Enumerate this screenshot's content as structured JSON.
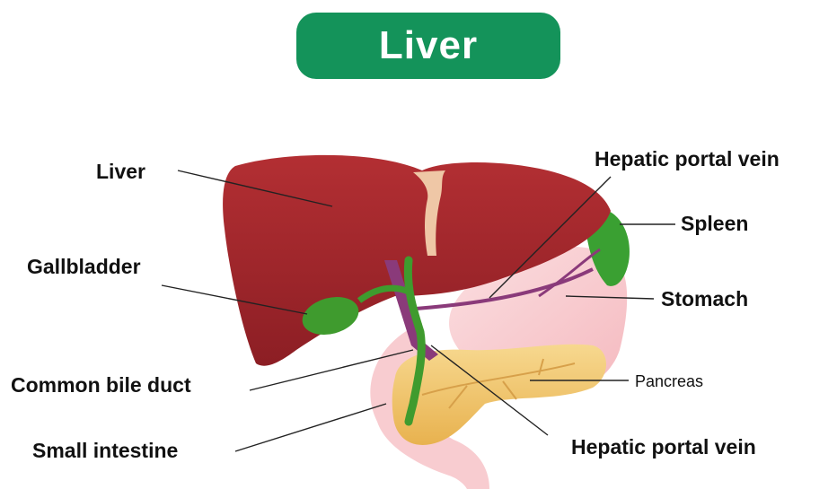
{
  "title": "Liver",
  "labels": {
    "liver": "Liver",
    "hepatic_portal_vein_top": "Hepatic portal vein",
    "spleen": "Spleen",
    "gallbladder": "Gallbladder",
    "stomach": "Stomach",
    "pancreas": "Pancreas",
    "common_bile_duct": "Common bile duct",
    "small_intestine": "Small intestine",
    "hepatic_portal_vein_bottom": "Hepatic portal vein"
  },
  "colors": {
    "title_bg": "#14935a",
    "liver": "#a3262c",
    "gallbladder": "#3f9b2e",
    "spleen": "#3aa032",
    "stomach": "#f8c9cd",
    "pancreas": "#f2c56a",
    "portal_vein": "#8a3a7a"
  }
}
